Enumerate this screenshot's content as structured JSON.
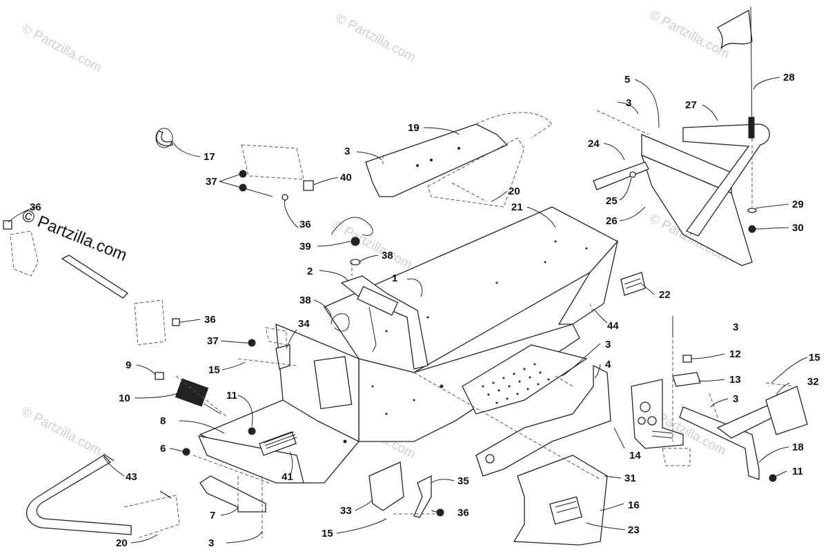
{
  "watermark": {
    "text": "© Partzilla.com",
    "brand_color": "#cfcfcf"
  },
  "callouts": {
    "c1": "1",
    "c2": "2",
    "c3a": "3",
    "c3b": "3",
    "c3c": "3",
    "c3d": "3",
    "c3e": "3",
    "c3f": "3",
    "c4": "4",
    "c5": "5",
    "c6": "6",
    "c7": "7",
    "c8": "8",
    "c9": "9",
    "c10": "10",
    "c11a": "11",
    "c11b": "11",
    "c12": "12",
    "c13": "13",
    "c14": "14",
    "c15a": "15",
    "c15b": "15",
    "c15c": "15",
    "c16": "16",
    "c17": "17",
    "c18": "18",
    "c19": "19",
    "c20a": "20",
    "c20b": "20",
    "c21": "21",
    "c22": "22",
    "c23": "23",
    "c24": "24",
    "c25": "25",
    "c26": "26",
    "c27": "27",
    "c28": "28",
    "c29": "29",
    "c30": "30",
    "c31": "31",
    "c32": "32",
    "c33": "33",
    "c34": "34",
    "c35": "35",
    "c36a": "36",
    "c36b": "36",
    "c36c": "36",
    "c36d": "36",
    "c37a": "37",
    "c37b": "37",
    "c38a": "38",
    "c38b": "38",
    "c39": "39",
    "c40": "40",
    "c41": "41",
    "c43": "43",
    "c44": "44"
  }
}
